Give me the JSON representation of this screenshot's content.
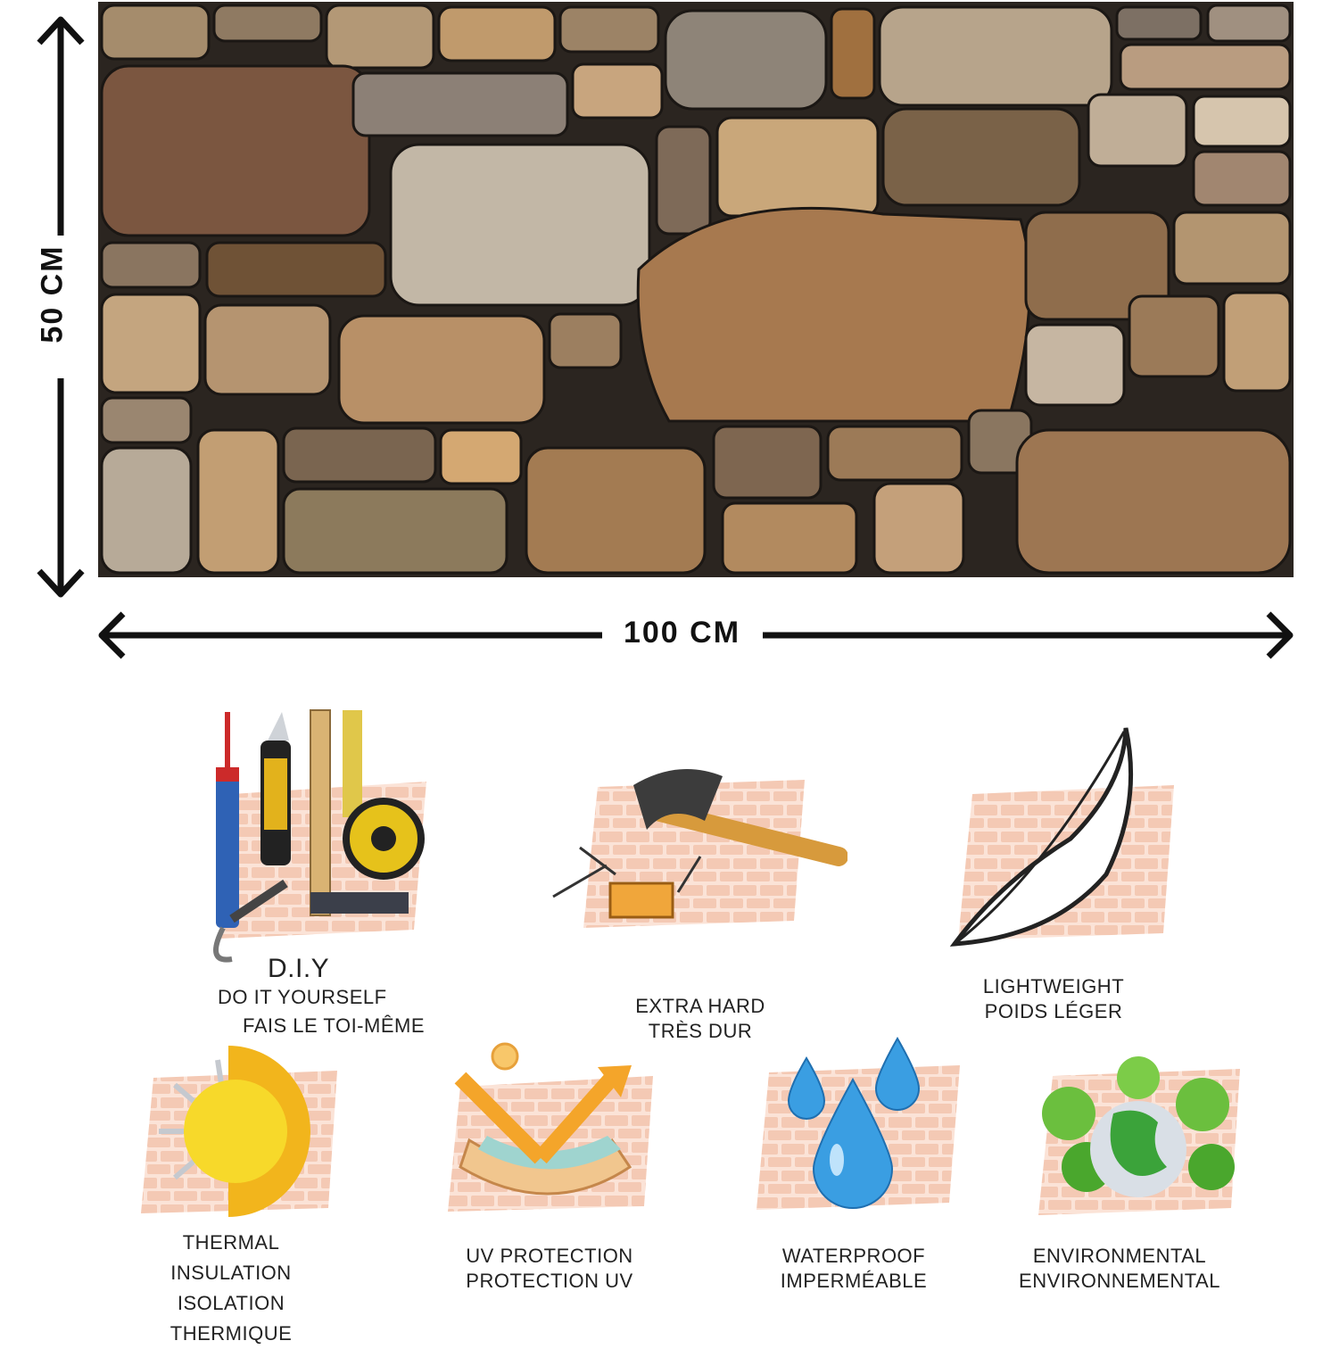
{
  "dimensions": {
    "height": "50 CM",
    "width": "100 CM"
  },
  "features": [
    {
      "id": "diy",
      "title": "D.I.Y",
      "lines": [
        "DO IT YOURSELF",
        "FAIS LE TOI-MÊME"
      ]
    },
    {
      "id": "extra-hard",
      "lines": [
        "EXTRA HARD",
        "TRÈS DUR"
      ]
    },
    {
      "id": "lightweight",
      "lines": [
        "LIGHTWEIGHT",
        "POIDS LÉGER"
      ]
    },
    {
      "id": "thermal",
      "lines": [
        "THERMAL",
        "INSULATION",
        "ISOLATION",
        "THERMIQUE"
      ]
    },
    {
      "id": "uv",
      "lines": [
        "UV PROTECTION",
        "PROTECTION UV"
      ]
    },
    {
      "id": "waterproof",
      "lines": [
        "WATERPROOF",
        "IMPERMÉABLE"
      ]
    },
    {
      "id": "environmental",
      "lines": [
        "ENVIRONMENTAL",
        "ENVIRONNEMENTAL"
      ]
    }
  ],
  "colors": {
    "mortar": "#2b2520",
    "brick_tile": "#f4c9b4",
    "arrow": "#111111"
  },
  "icons": [
    "tools-icon",
    "hammer-icon",
    "feather-icon",
    "sun-snowflake-icon",
    "uv-reflect-icon",
    "water-drops-icon",
    "green-earth-icon"
  ]
}
